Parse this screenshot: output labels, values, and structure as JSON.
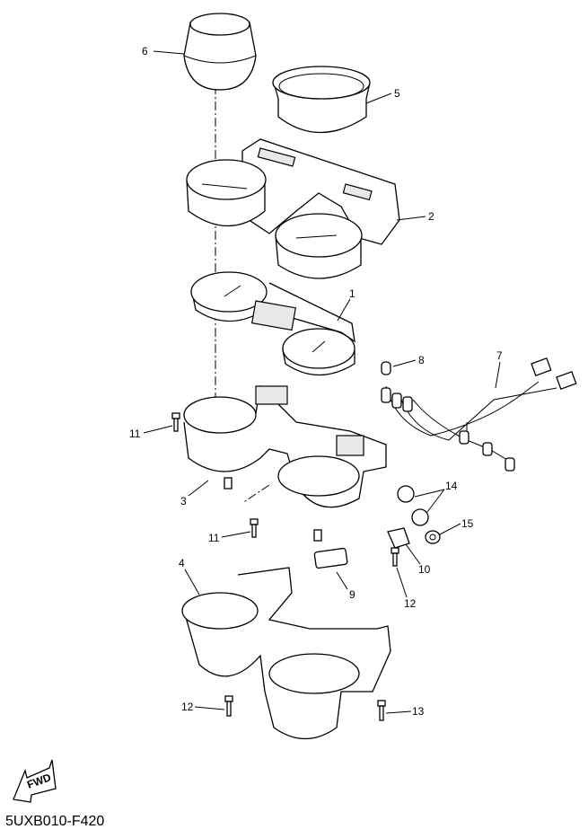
{
  "diagram": {
    "callouts": {
      "c6": "6",
      "c5": "5",
      "c2": "2",
      "c1": "1",
      "c8": "8",
      "c7": "7",
      "c11a": "11",
      "c3": "3",
      "c14": "14",
      "c15": "15",
      "c11b": "11",
      "c10": "10",
      "c9": "9",
      "c12a": "12",
      "c4": "4",
      "c12b": "12",
      "c13": "13"
    },
    "fwd_label": "FWD",
    "drawing_code": "5UXB010-F420"
  }
}
